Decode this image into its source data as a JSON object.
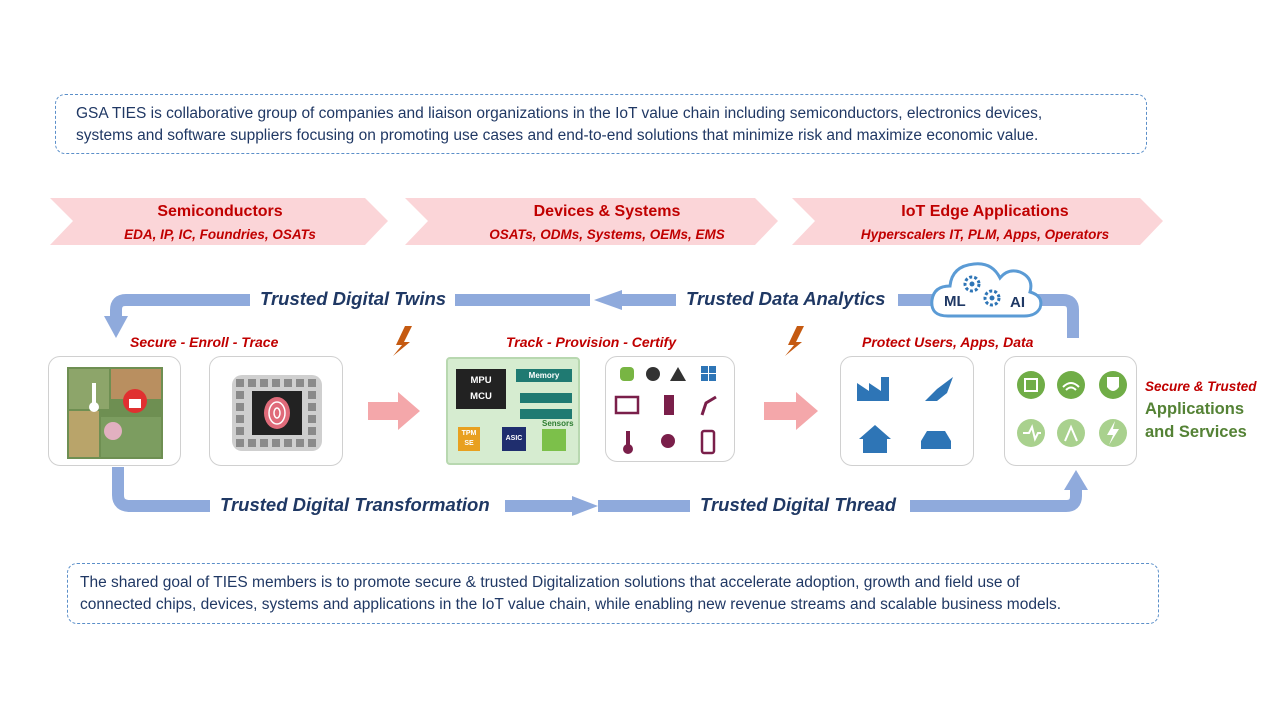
{
  "intro_note": {
    "line1": "GSA TIES is collaborative group of companies and liaison organizations in the IoT value chain including semiconductors, electronics devices,",
    "line2": "systems and software suppliers focusing on promoting use cases and end-to-end solutions that minimize risk and maximize economic value."
  },
  "segments": [
    {
      "title": "Semiconductors",
      "subtitle": "EDA, IP, IC, Foundries, OSATs"
    },
    {
      "title": "Devices & Systems",
      "subtitle": "OSATs, ODMs, Systems, OEMs, EMS"
    },
    {
      "title": "IoT Edge Applications",
      "subtitle": "Hyperscalers IT, PLM, Apps, Operators"
    }
  ],
  "flows": {
    "digital_twins": "Trusted Digital Twins",
    "data_analytics": "Trusted Data Analytics",
    "digital_transformation": "Trusted Digital Transformation",
    "digital_thread": "Trusted Digital Thread"
  },
  "stages": {
    "stage1": "Secure - Enroll - Trace",
    "stage2": "Track - Provision - Certify",
    "stage3": "Protect Users, Apps, Data",
    "stage4": "Secure & Trusted"
  },
  "cloud": {
    "ml": "ML",
    "ai": "AI"
  },
  "board": {
    "mpu": "MPU",
    "mcu": "MCU",
    "memory": "Memory",
    "tpm": "TPM",
    "se": "SE",
    "asic": "ASIC",
    "sensors": "Sensors"
  },
  "apps_services": {
    "line1": "Applications",
    "line2": "and Services"
  },
  "goal_note": {
    "line1": "The shared goal of TIES members is to promote secure & trusted Digitalization solutions that accelerate adoption, growth and field use of",
    "line2": "connected chips, devices, systems and applications in the IoT value chain, while enabling new revenue streams and scalable business models."
  },
  "colors": {
    "accent_red": "#c00000",
    "navy": "#1f3864",
    "arrow_blue": "#8faadc",
    "band_pink": "#fbd5d8",
    "green": "#548235"
  }
}
